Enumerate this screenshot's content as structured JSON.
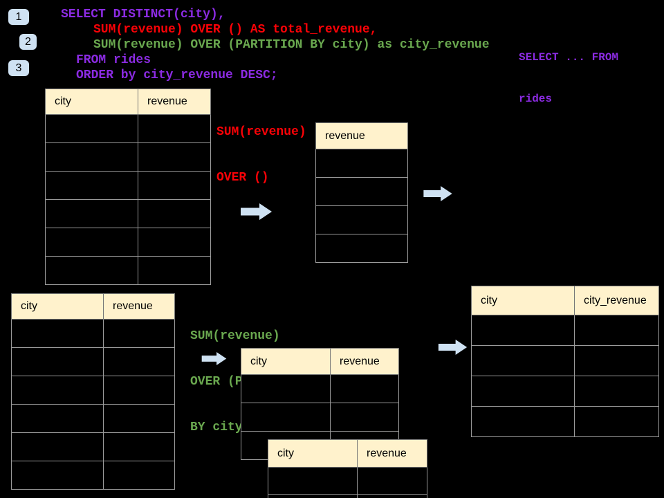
{
  "colors": {
    "background": "#000000",
    "code_purple": "#8b2be2",
    "code_red": "#fb0207",
    "code_green": "#6aa84f",
    "table_header_fill": "#fff2cc",
    "table_border": "#9b9b9b",
    "arrow_blue": "#cfe2f3",
    "badge_fill": "#cfe2f3"
  },
  "step_badges": [
    {
      "label": "1"
    },
    {
      "label": "2"
    },
    {
      "label": "3"
    }
  ],
  "sql_code": {
    "lines": [
      {
        "text": "SELECT DISTINCT(city),",
        "color": "purple"
      },
      {
        "text": "SUM(revenue) OVER () AS total_revenue,",
        "color": "red"
      },
      {
        "text": "SUM(revenue) OVER (PARTITION BY city) as city_revenue",
        "color": "green"
      },
      {
        "text": "FROM rides",
        "color": "purple"
      },
      {
        "text": "ORDER by city_revenue DESC;",
        "color": "purple"
      }
    ]
  },
  "from_note": {
    "line1": "SELECT ... FROM",
    "line2": "rides"
  },
  "annotations": {
    "total_revenue": {
      "line1": "SUM(revenue)",
      "line2": "OVER ()"
    },
    "partition": {
      "line1": "SUM(revenue)",
      "line2": "OVER (PARTITION",
      "line3": "BY city)"
    }
  },
  "tables": {
    "source_top": {
      "headers": [
        "city",
        "revenue"
      ],
      "empty_row_count": 6
    },
    "total_revenue_result": {
      "headers": [
        "revenue"
      ],
      "empty_row_count": 4
    },
    "source_bottom": {
      "headers": [
        "city",
        "revenue"
      ],
      "empty_row_count": 6
    },
    "partition_result_a": {
      "headers": [
        "city",
        "revenue"
      ],
      "empty_row_count": 3
    },
    "partition_result_b": {
      "headers": [
        "city",
        "revenue"
      ],
      "empty_row_count": 2
    },
    "city_revenue_result": {
      "headers": [
        "city",
        "city_revenue"
      ],
      "empty_row_count": 4
    }
  }
}
